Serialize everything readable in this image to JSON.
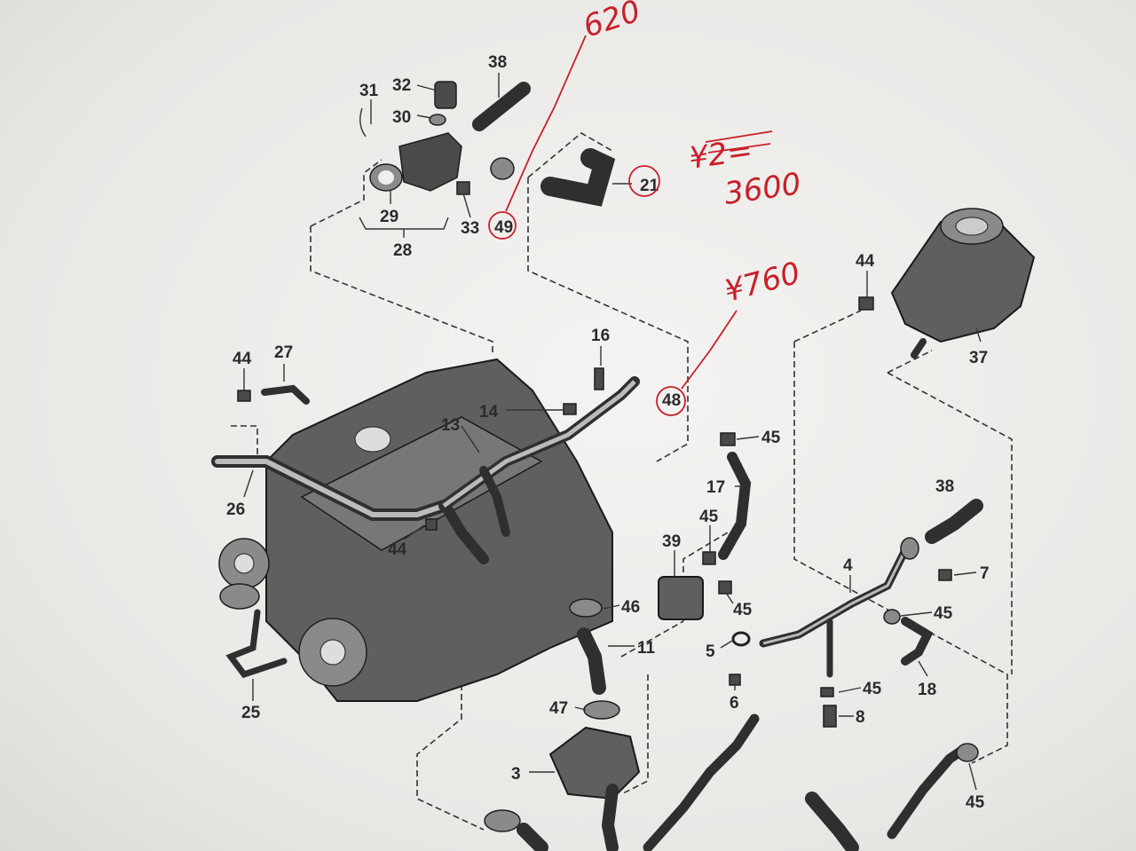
{
  "diagram": {
    "callouts": [
      "31",
      "32",
      "30",
      "38",
      "29",
      "28",
      "33",
      "49",
      "21",
      "44",
      "27",
      "16",
      "14",
      "13",
      "48",
      "45",
      "37",
      "26",
      "17",
      "39",
      "44",
      "4",
      "38",
      "7",
      "46",
      "11",
      "5",
      "45",
      "47",
      "6",
      "45",
      "8",
      "18",
      "25",
      "3",
      "45",
      "45",
      "45"
    ],
    "handwritten": {
      "note_top": "620",
      "note_right_struck": "¥2=",
      "note_right": "3600",
      "note_mid": "¥760"
    },
    "circled_callouts": [
      "49",
      "21",
      "48"
    ],
    "ink_color": "#c8202a"
  }
}
